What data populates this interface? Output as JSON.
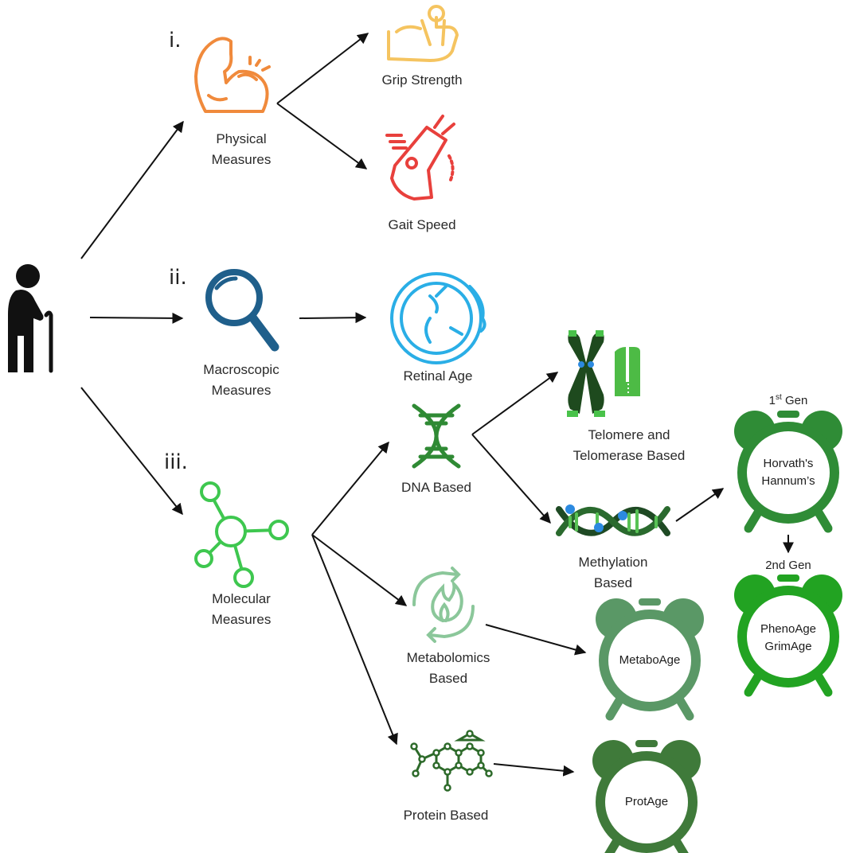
{
  "roman": {
    "i": "i.",
    "ii": "ii.",
    "iii": "iii."
  },
  "categories": {
    "physical": [
      "Physical",
      "Measures"
    ],
    "macroscopic": [
      "Macroscopic",
      "Measures"
    ],
    "molecular": [
      "Molecular",
      "Measures"
    ]
  },
  "leaves": {
    "grip": "Grip Strength",
    "gait": "Gait Speed",
    "retinal": "Retinal Age",
    "dna": "DNA Based",
    "telomere": [
      "Telomere and",
      "Telomerase Based"
    ],
    "methylation": [
      "Methylation",
      "Based"
    ],
    "metabolomics": [
      "Metabolomics",
      "Based"
    ],
    "protein": "Protein Based"
  },
  "generations": {
    "first_num": "1",
    "first_sup": "st",
    "first_word": " Gen",
    "second": "2nd Gen"
  },
  "clocks": {
    "gen1": [
      "Horvath's",
      "Hannum’s"
    ],
    "gen2": [
      "PhenoAge",
      "GrimAge"
    ],
    "metabo": "MetaboAge",
    "prot": "ProtAge"
  },
  "icons": {
    "person": "elderly-person-icon",
    "physical": "flexed-arm-icon",
    "grip": "hand-grip-icon",
    "gait": "running-shoe-icon",
    "macroscopic": "magnifying-glass-icon",
    "retinal": "eyeball-icon",
    "molecular": "molecule-icon",
    "dna": "dna-helix-icon",
    "telomere": "chromosome-icon",
    "methylation": "methylated-dna-icon",
    "metabolomics": "metabolism-cycle-icon",
    "protein": "protein-structure-icon",
    "clock": "alarm-clock-icon"
  },
  "colors": {
    "physical": "#f08a3c",
    "grip": "#f5c460",
    "gait": "#e8403c",
    "macroscopic": "#1f5f8b",
    "retinal": "#2aaee6",
    "molecular": "#3ec74f",
    "dna": "#2f8a34",
    "clock_gen1": "#2f8c36",
    "clock_gen2": "#22a322",
    "clock_metabo": "#5a9866",
    "clock_prot": "#3f7a3a"
  }
}
